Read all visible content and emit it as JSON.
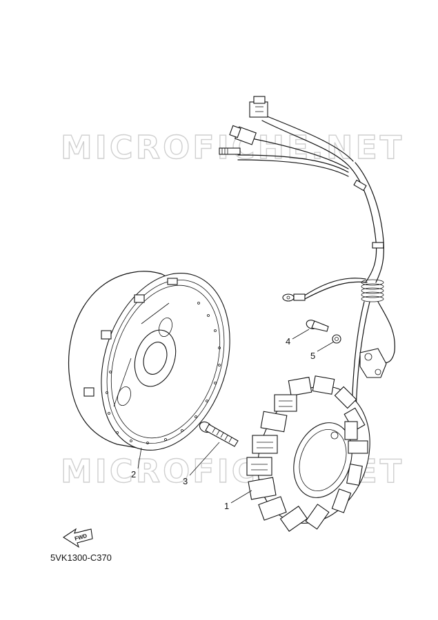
{
  "watermark": "MICROFICHE.NET",
  "diagram_code": "5VK1300-C370",
  "fwd_label": "FWD",
  "callouts": [
    {
      "number": "1",
      "part": "stator-assembly"
    },
    {
      "number": "2",
      "part": "rotor-flywheel"
    },
    {
      "number": "3",
      "part": "bolt"
    },
    {
      "number": "4",
      "part": "screw"
    },
    {
      "number": "5",
      "part": "washer"
    }
  ],
  "colors": {
    "line": "#111111",
    "watermark": "#cfcfcf",
    "background": "#ffffff"
  }
}
